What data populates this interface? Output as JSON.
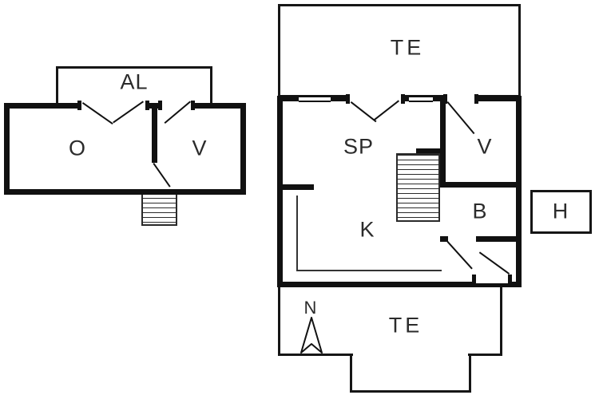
{
  "colors": {
    "line": "#111111",
    "background": "#ffffff",
    "text": "#2b2b2b"
  },
  "floorplan": {
    "left_building": {
      "annex": "AL",
      "room1": "O",
      "room2": "V"
    },
    "right_building": {
      "terrace_top": "TE",
      "room_sp": "SP",
      "room_v": "V",
      "room_b": "B",
      "room_k": "K",
      "annex_h": "H",
      "terrace_bottom": "TE"
    },
    "compass": {
      "north": "N"
    }
  }
}
